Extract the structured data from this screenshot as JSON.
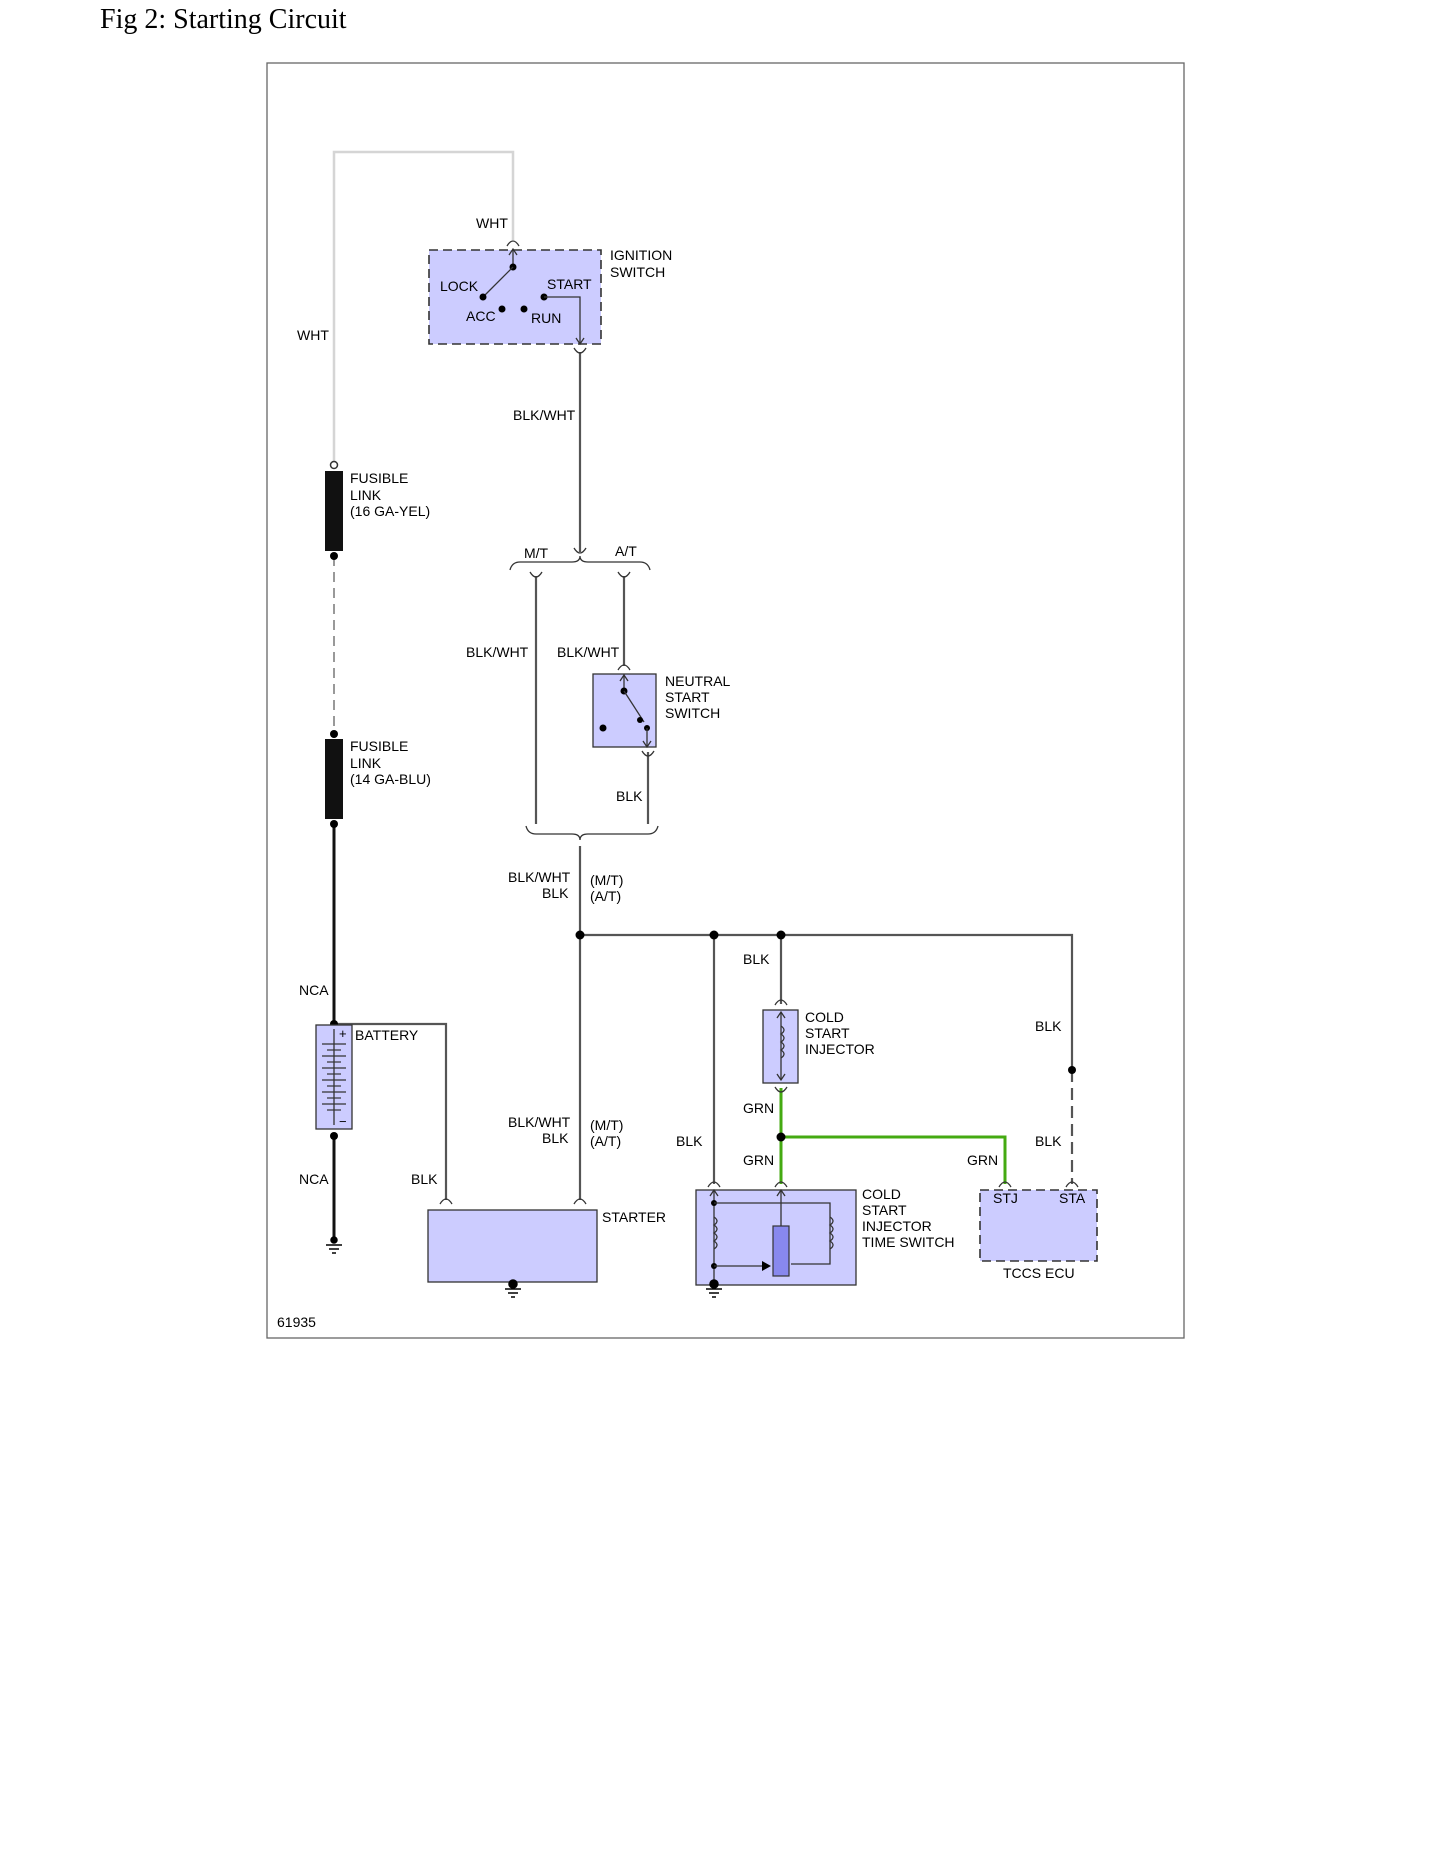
{
  "page": {
    "title": "Fig 2: Starting Circuit"
  },
  "diagram": {
    "id_number": "61935",
    "components": {
      "ignition_switch": [
        "IGNITION",
        "SWITCH"
      ],
      "ignition_positions": {
        "lock": "LOCK",
        "start": "START",
        "acc": "ACC",
        "run": "RUN"
      },
      "fusible_link_1": [
        "FUSIBLE",
        "LINK",
        "(16 GA-YEL)"
      ],
      "fusible_link_2": [
        "FUSIBLE",
        "LINK",
        "(14 GA-BLU)"
      ],
      "neutral_start_switch": [
        "NEUTRAL",
        "START",
        "SWITCH"
      ],
      "battery": "BATTERY",
      "starter": "STARTER",
      "cold_start_injector": [
        "COLD",
        "START",
        "INJECTOR"
      ],
      "cold_start_injector_time_switch": [
        "COLD",
        "START",
        "INJECTOR",
        "TIME SWITCH"
      ],
      "tccs_ecu": "TCCS ECU",
      "ecu_pins": {
        "stj": "STJ",
        "sta": "STA"
      }
    },
    "wire_labels": {
      "wht_top": "WHT",
      "wht_left": "WHT",
      "blkwht_ign": "BLK/WHT",
      "mt": "M/T",
      "at": "A/T",
      "blkwht_mt": "BLK/WHT",
      "blkwht_at": "BLK/WHT",
      "blk_nss": "BLK",
      "blkwht_junction": "BLK/WHT",
      "blk_junction": "BLK",
      "mt_paren_1": "(M/T)",
      "at_paren_1": "(A/T)",
      "nca_top": "NCA",
      "nca_bottom": "NCA",
      "blk_batt_starter": "BLK",
      "blkwht_starter": "BLK/WHT",
      "blk_starter": "BLK",
      "mt_paren_2": "(M/T)",
      "at_paren_2": "(A/T)",
      "blk_injector_top": "BLK",
      "grn_injector": "GRN",
      "grn_timesw": "GRN",
      "grn_ecu": "GRN",
      "blk_timesw": "BLK",
      "blk_ecu_top": "BLK",
      "blk_ecu_bottom": "BLK"
    }
  }
}
